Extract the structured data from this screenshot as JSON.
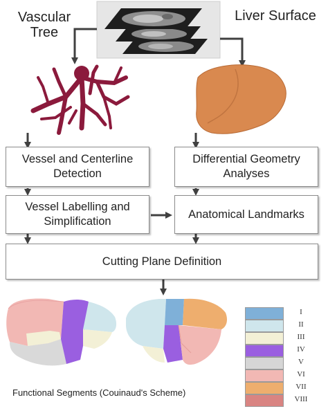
{
  "labels": {
    "vascular_tree": "Vascular\nTree",
    "liver_surface": "Liver Surface"
  },
  "boxes": {
    "vessel_detection": "Vessel and Centerline Detection",
    "differential_geometry": "Differential Geometry Analyses",
    "vessel_labelling": "Vessel Labelling and Simplification",
    "anatomical_landmarks": "Anatomical Landmarks",
    "cutting_plane": "Cutting Plane Definition"
  },
  "caption": "Functional Segments (Couinaud's Scheme)",
  "legend": [
    {
      "label": "I",
      "color": "#7fb0d8"
    },
    {
      "label": "II",
      "color": "#cfe6ec"
    },
    {
      "label": "III",
      "color": "#f3f0d6"
    },
    {
      "label": "IV",
      "color": "#9a5fe0"
    },
    {
      "label": "V",
      "color": "#d6d6d6"
    },
    {
      "label": "VI",
      "color": "#f2b8b4"
    },
    {
      "label": "VII",
      "color": "#eeae6e"
    },
    {
      "label": "VIII",
      "color": "#d98482"
    }
  ],
  "colors": {
    "vessel": "#8b1a3c",
    "liver": "#d9894f",
    "arrow": "#404040"
  }
}
